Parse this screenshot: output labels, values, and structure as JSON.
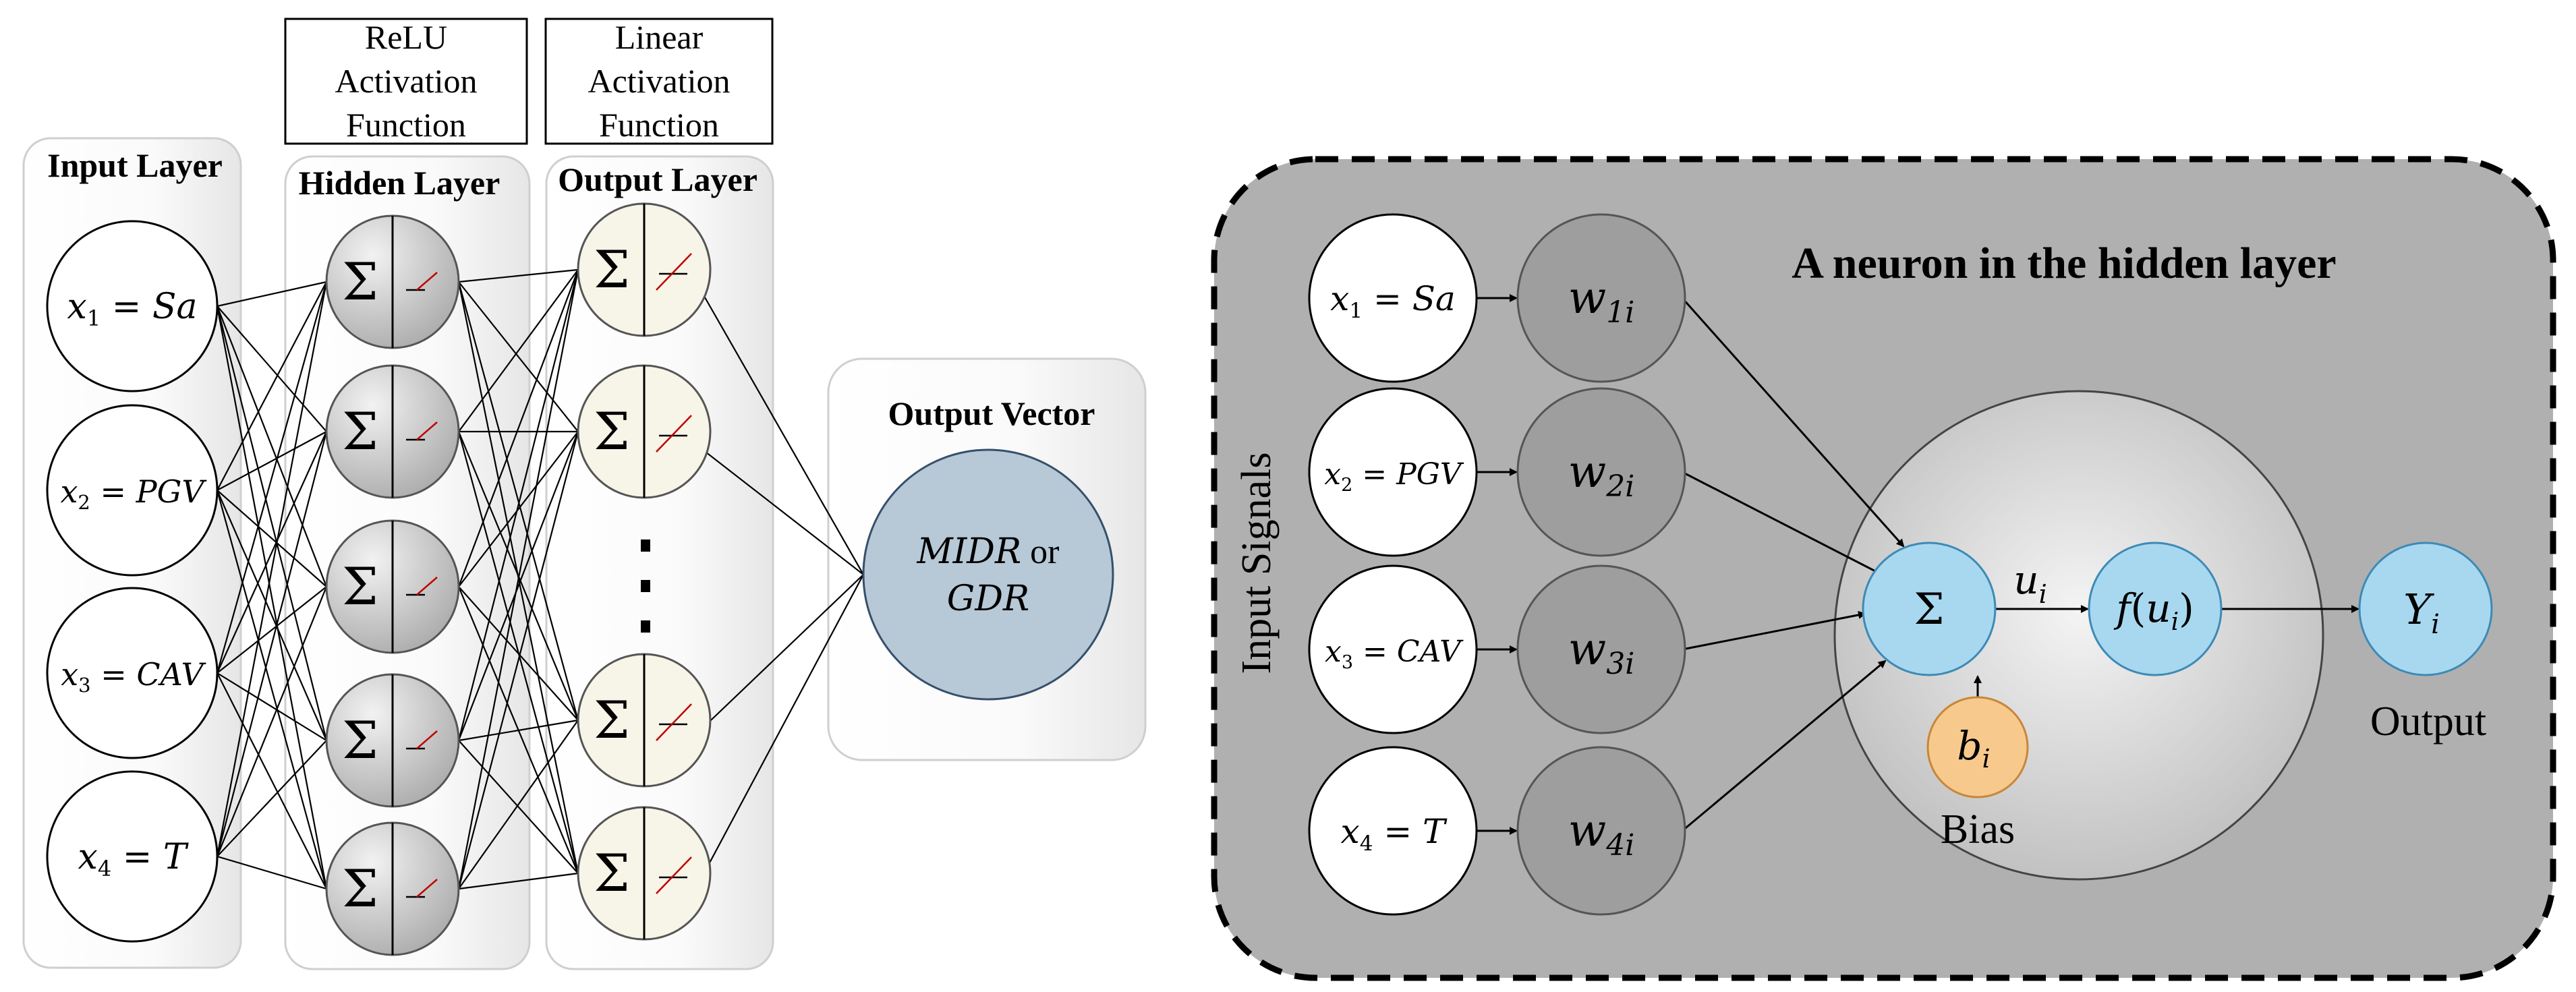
{
  "left_panel": {
    "relu_box": [
      "ReLU",
      "Activation",
      "Function"
    ],
    "linear_box": [
      "Linear",
      "Activation",
      "Function"
    ],
    "input_layer_title": "Input Layer",
    "hidden_layer_title": "Hidden Layer",
    "output_layer_title": "Output Layer",
    "output_vector_title": "Output Vector",
    "inputs": [
      {
        "var": "x",
        "sub": "1",
        "name": "Sa"
      },
      {
        "var": "x",
        "sub": "2",
        "name": "PGV"
      },
      {
        "var": "x",
        "sub": "3",
        "name": "CAV"
      },
      {
        "var": "x",
        "sub": "4",
        "name": "T"
      }
    ],
    "sum_symbol": "Σ",
    "output_vector": {
      "line1_italic": "MIDR",
      "line1_plain": " or",
      "line2_italic": "GDR"
    }
  },
  "right_panel": {
    "title": "A neuron in the hidden layer",
    "input_signals_label": "Input Signals",
    "inputs": [
      {
        "var": "x",
        "sub": "1",
        "name": "Sa"
      },
      {
        "var": "x",
        "sub": "2",
        "name": "PGV"
      },
      {
        "var": "x",
        "sub": "3",
        "name": "CAV"
      },
      {
        "var": "x",
        "sub": "4",
        "name": "T"
      }
    ],
    "weights": [
      {
        "var": "w",
        "sub": "1i"
      },
      {
        "var": "w",
        "sub": "2i"
      },
      {
        "var": "w",
        "sub": "3i"
      },
      {
        "var": "w",
        "sub": "4i"
      }
    ],
    "sum_symbol": "Σ",
    "u_label": {
      "var": "u",
      "sub": "i"
    },
    "activation": {
      "func": "f",
      "open": "(",
      "var": "u",
      "sub": "i",
      "close": ")"
    },
    "bias": {
      "var": "b",
      "sub": "i"
    },
    "bias_label": "Bias",
    "output": {
      "var": "Y",
      "sub": "i"
    },
    "output_label": "Output"
  },
  "colors": {
    "panel_gray": "#b0b0b0",
    "weight_gray": "#9e9e9e",
    "neuron_blue": "#a8d8ef",
    "neuron_blue_stroke": "#3d8ab5",
    "bias_orange": "#f7c98c",
    "bias_stroke": "#c8863a",
    "output_vector_fill": "#b7c8d6",
    "relu_red": "#c00000"
  }
}
